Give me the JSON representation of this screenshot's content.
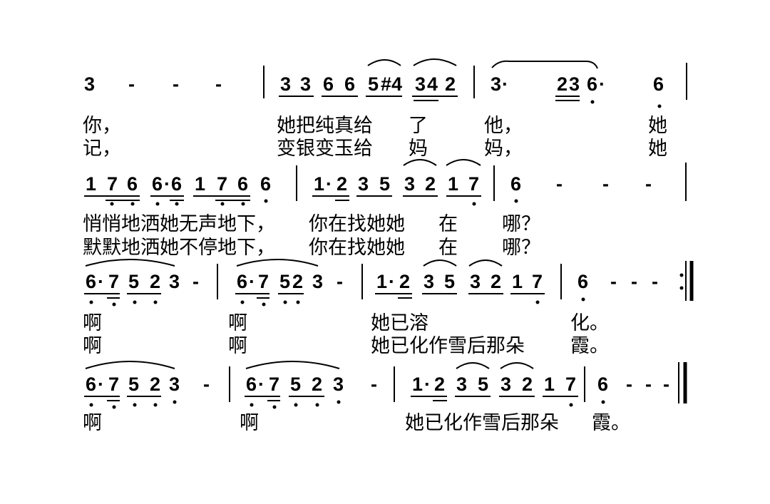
{
  "systems": [
    {
      "measures": [
        {
          "notes": [
            "3",
            "-",
            "-",
            "-"
          ]
        },
        {
          "notes": [
            "3",
            "3",
            "6",
            "6",
            "5",
            "#4",
            "3",
            "4",
            "2"
          ]
        },
        {
          "notes": [
            "3",
            "·",
            "2",
            "3",
            "6",
            "·",
            "6"
          ]
        }
      ],
      "lyrics": [
        [
          {
            "segment": "你，"
          },
          {
            "segment": "她把纯真给"
          },
          {
            "segment": "了"
          },
          {
            "segment": "他，"
          },
          {
            "segment": "她"
          }
        ],
        [
          {
            "segment": "记，"
          },
          {
            "segment": "变银变玉给"
          },
          {
            "segment": "妈"
          },
          {
            "segment": "妈，"
          },
          {
            "segment": "她"
          }
        ]
      ]
    },
    {
      "measures": [
        {
          "notes": [
            "1",
            "7",
            "6",
            "6",
            "·",
            "6",
            "1",
            "7",
            "6",
            "6"
          ]
        },
        {
          "notes": [
            "1",
            "·",
            "2",
            "3",
            "5",
            "3",
            "2",
            "1",
            "7"
          ]
        },
        {
          "notes": [
            "6",
            "-",
            "-",
            "-"
          ]
        }
      ],
      "lyrics": [
        [
          {
            "segment": "悄悄地洒她无声地下，"
          },
          {
            "segment": "你在找她她"
          },
          {
            "segment": "在"
          },
          {
            "segment": "哪？"
          }
        ],
        [
          {
            "segment": "默默地洒她不停地下，"
          },
          {
            "segment": "你在找她她"
          },
          {
            "segment": "在"
          },
          {
            "segment": "哪？"
          }
        ]
      ]
    },
    {
      "measures": [
        {
          "notes": [
            "6",
            "·",
            "7",
            "5",
            "2",
            "3",
            "-"
          ]
        },
        {
          "notes": [
            "6",
            "·",
            "7",
            "5",
            "2",
            "3",
            "-"
          ]
        },
        {
          "notes": [
            "1",
            "·",
            "2",
            "3",
            "5",
            "3",
            "2",
            "1",
            "7"
          ]
        },
        {
          "notes": [
            "6",
            "-",
            "-",
            "-"
          ]
        }
      ],
      "lyrics": [
        [
          {
            "segment": "啊"
          },
          {
            "segment": "啊"
          },
          {
            "segment": "她已溶"
          },
          {
            "segment": "化。"
          }
        ],
        [
          {
            "segment": "啊"
          },
          {
            "segment": "啊"
          },
          {
            "segment": "她已化作雪后那朵"
          },
          {
            "segment": "霞。"
          }
        ]
      ]
    },
    {
      "measures": [
        {
          "notes": [
            "6",
            "·",
            "7",
            "5",
            "2",
            "3",
            "-"
          ]
        },
        {
          "notes": [
            "6",
            "·",
            "7",
            "5",
            "2",
            "3",
            "-"
          ]
        },
        {
          "notes": [
            "1",
            "·",
            "2",
            "3",
            "5",
            "3",
            "2",
            "1",
            "7"
          ]
        },
        {
          "notes": [
            "6",
            "-",
            "-",
            "-"
          ]
        }
      ],
      "lyrics": [
        [
          {
            "segment": "啊"
          },
          {
            "segment": "啊"
          },
          {
            "segment": "她已化作雪后那朵"
          },
          {
            "segment": "霞。"
          }
        ]
      ]
    }
  ]
}
